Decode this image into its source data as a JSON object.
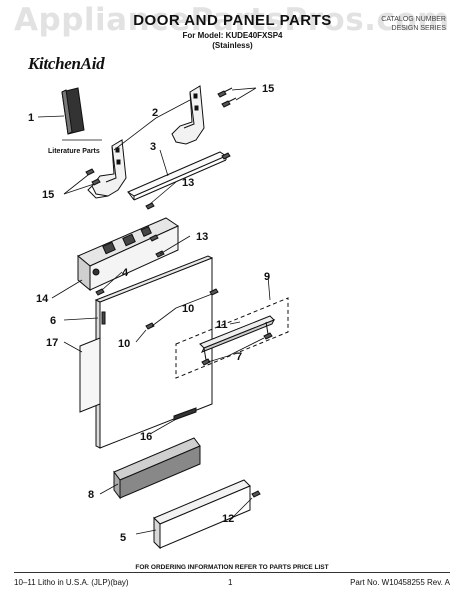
{
  "watermark": "AppliancePartsPros.com",
  "header": {
    "title": "DOOR AND PANEL PARTS",
    "model": "For Model: KUDE40FXSP4",
    "finish": "(Stainless)",
    "catalog_line1": "CATALOG NUMBER",
    "catalog_line2": "DESIGN SERIES"
  },
  "brand": "KitchenAid",
  "literature_label": "Literature Parts",
  "callouts": {
    "c1": "1",
    "c2": "2",
    "c3": "3",
    "c4": "4",
    "c5": "5",
    "c6": "6",
    "c7": "7",
    "c8": "8",
    "c9": "9",
    "c10a": "10",
    "c10b": "10",
    "c11": "11",
    "c12": "12",
    "c13a": "13",
    "c13b": "13",
    "c14": "14",
    "c15a": "15",
    "c15b": "15",
    "c16": "16",
    "c17": "17"
  },
  "footer": {
    "note": "FOR ORDERING INFORMATION REFER TO PARTS PRICE LIST",
    "left": "10–11 Litho in U.S.A. (JLP)(bay)",
    "page": "1",
    "right": "Part No. W10458255 Rev. A"
  }
}
